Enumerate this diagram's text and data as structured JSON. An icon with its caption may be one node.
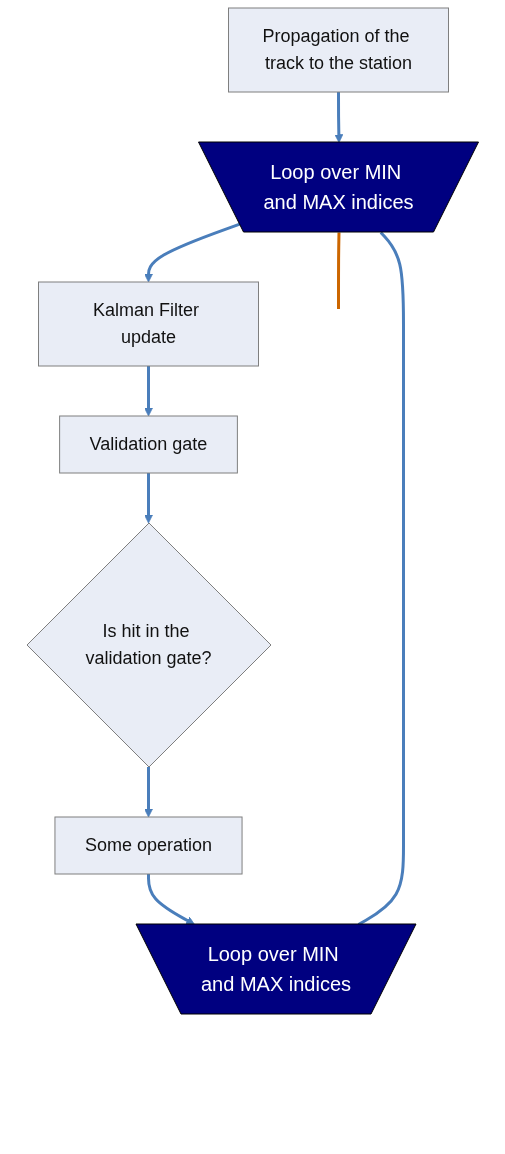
{
  "diagram": {
    "nodes": [
      {
        "text": [
          "Propagation of the track to the station"
        ]
      },
      {
        "text": [
          "Loop over MIN and MAX indices"
        ]
      },
      {
        "text": [
          "Kalman Filter update"
        ]
      },
      {
        "text": [
          "Validation gate"
        ]
      },
      {
        "text": [
          "Is hit in the validation gate?"
        ]
      },
      {
        "text": [
          "Some operation"
        ]
      },
      {
        "text": [
          "Loop over MIN and MAX indices"
        ]
      }
    ],
    "edges": [
      {
        "from": 0,
        "to": 1,
        "arrow": "to"
      },
      {
        "from": 1,
        "to": 2,
        "arrow": "to"
      },
      {
        "from": 2,
        "to": 3,
        "arrow": "to"
      },
      {
        "from": 3,
        "to": 4,
        "arrow": "to"
      },
      {
        "from": 4,
        "to": 5,
        "arrow": "to"
      },
      {
        "from": 5,
        "to": 6,
        "arrow": "to"
      },
      {
        "from": 6,
        "to": 1,
        "arrow": "none"
      },
      {
        "from": 1,
        "to": null,
        "arrow": "none",
        "color": "#cc6600"
      }
    ]
  }
}
